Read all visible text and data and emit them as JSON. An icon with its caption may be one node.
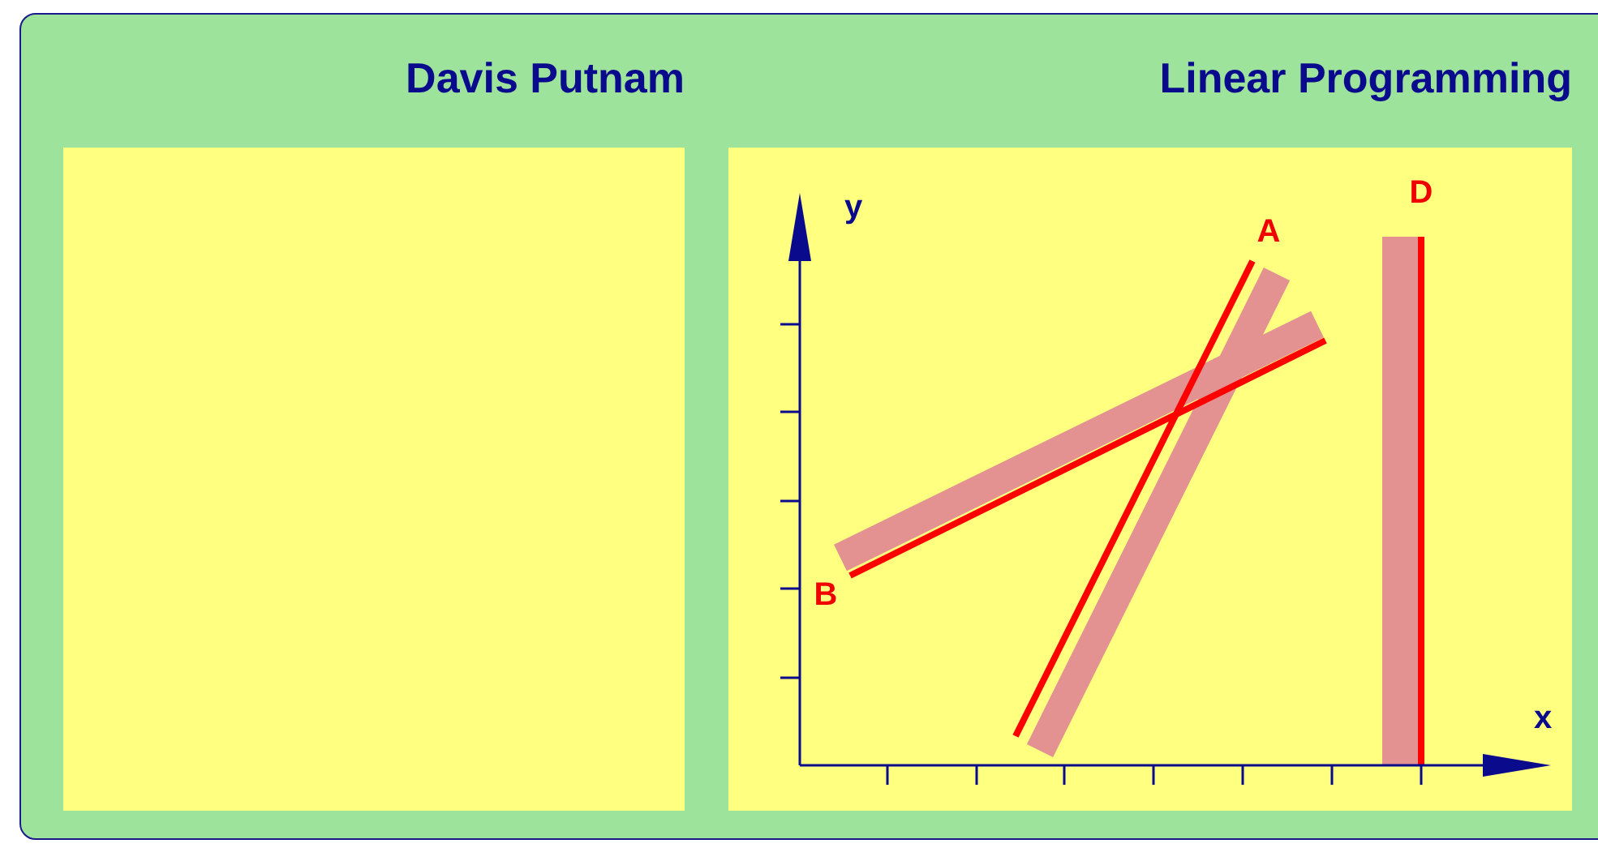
{
  "diagram": {
    "nodes": [
      {
        "text": [
          "Davis Putnam"
        ]
      },
      {
        "text": [
          "Linear Programming"
        ]
      }
    ],
    "labels": [
      "y",
      "A",
      "D",
      "B",
      "x"
    ]
  }
}
